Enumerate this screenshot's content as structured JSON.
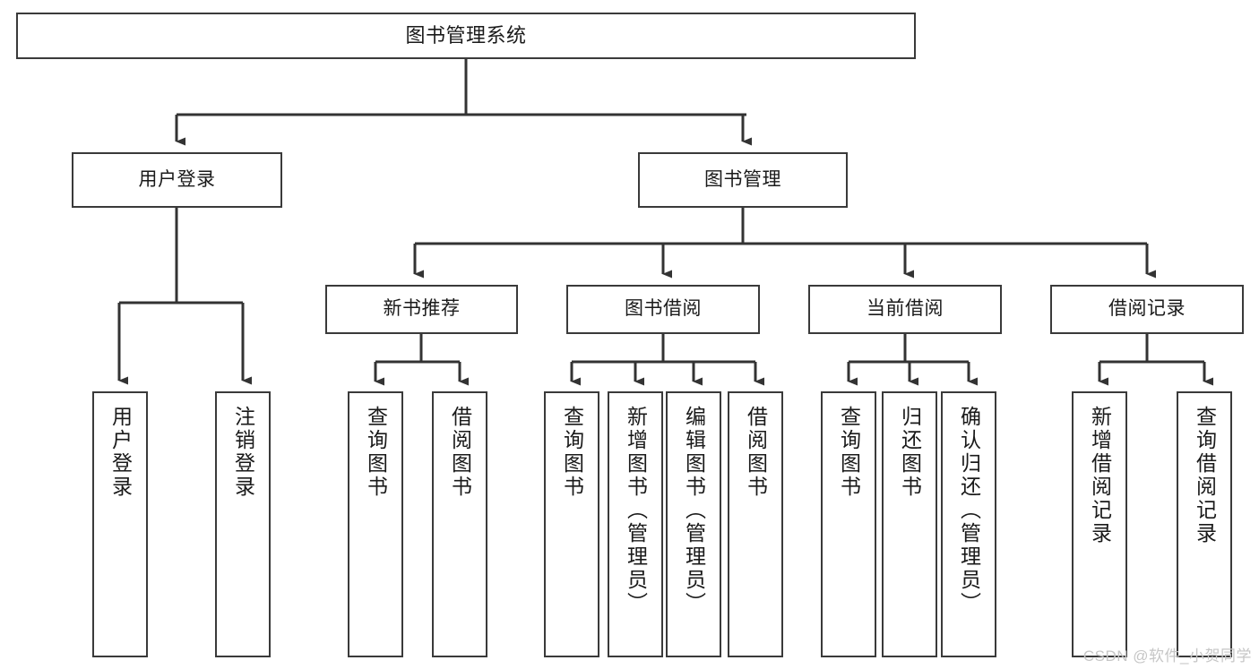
{
  "diagram": {
    "title": "图书管理系统",
    "watermark": "CSDN @软件_小贺同学",
    "colors": {
      "box_border": "#3a3a3a",
      "box_fill": "#ffffff",
      "edge": "#333333",
      "text": "#1a1a1a",
      "watermark": "#c6c6c6"
    },
    "nodes": {
      "root": {
        "label": "图书管理系统"
      },
      "level2": [
        {
          "label": "用户登录"
        },
        {
          "label": "图书管理"
        }
      ],
      "level3": [
        {
          "label": "新书推荐"
        },
        {
          "label": "图书借阅"
        },
        {
          "label": "当前借阅"
        },
        {
          "label": "借阅记录"
        }
      ],
      "leaves": {
        "user_login": [
          {
            "label": "用户登录"
          },
          {
            "label": "注销登录"
          }
        ],
        "new_book_recommend": [
          {
            "label": "查询图书"
          },
          {
            "label": "借阅图书"
          }
        ],
        "book_borrow": [
          {
            "label": "查询图书"
          },
          {
            "label": "新增图书（管理员）"
          },
          {
            "label": "编辑图书（管理员）"
          },
          {
            "label": "借阅图书"
          }
        ],
        "current_borrow": [
          {
            "label": "查询图书"
          },
          {
            "label": "归还图书"
          },
          {
            "label": "确认归还（管理员）"
          }
        ],
        "borrow_record": [
          {
            "label": "新增借阅记录"
          },
          {
            "label": "查询借阅记录"
          }
        ]
      }
    }
  }
}
